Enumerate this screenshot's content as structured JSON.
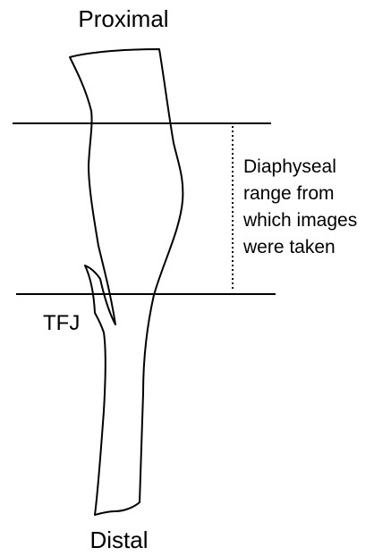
{
  "labels": {
    "proximal": "Proximal",
    "distal": "Distal",
    "tfj": "TFJ",
    "range_note_lines": [
      "Diaphyseal",
      "range from",
      "which images",
      "were taken"
    ]
  },
  "colors": {
    "ink": "#000000",
    "background": "#ffffff"
  }
}
